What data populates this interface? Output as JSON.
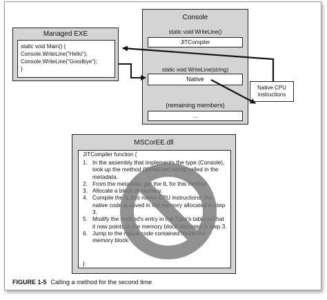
{
  "managed_exe": {
    "title": "Managed EXE",
    "code": [
      "static void Main() {",
      "   Console.WriteLine(\"Hello\");",
      "   Console.WriteLine(\"Goodbye\");",
      "}"
    ]
  },
  "console": {
    "title": "Console",
    "writeline_void_label": "static void WriteLine()",
    "writeline_void_entry": "JITCompiler",
    "writeline_string_label": "static void WriteLine(string)",
    "writeline_string_entry": "Native",
    "remaining_label": "(remaining members)",
    "remaining_entry": "..."
  },
  "native_cpu": {
    "line1": "Native CPU",
    "line2": "instructions"
  },
  "mscoree": {
    "title": "MSCorEE.dll",
    "function_header": "JITCompiler function {",
    "steps": [
      {
        "num": "1.",
        "text": "In the assembly that implements the type (Console), look up the method (WriteLine) being called in the metadata."
      },
      {
        "num": "2.",
        "text": "From the metadata, get the IL for this method."
      },
      {
        "num": "3.",
        "text": "Allocate a block of memory."
      },
      {
        "num": "4.",
        "text": "Compile the IL into native CPU instructions; the native code is saved in the memory allocated in step 3."
      },
      {
        "num": "5.",
        "text": "Modify the method's entry in the Type's table so that it now points to the memory block allocated in step 3."
      },
      {
        "num": "6.",
        "text": "Jump to the native code contained inside the memory block."
      }
    ],
    "closing": "}"
  },
  "caption": {
    "label": "FIGURE 1-5",
    "text": "Calling a method for the second time"
  },
  "colors": {
    "box_gray": "#d4d4d4",
    "no_symbol": "#7a7a7a"
  },
  "icons": {
    "prohibition": "no-symbol-icon"
  }
}
